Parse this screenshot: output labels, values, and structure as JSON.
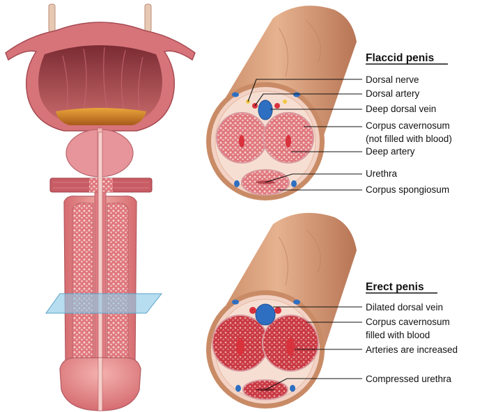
{
  "flaccid": {
    "heading": "Flaccid penis",
    "labels": {
      "dorsal_nerve": "Dorsal nerve",
      "dorsal_artery": "Dorsal artery",
      "deep_dorsal_vein": "Deep dorsal vein",
      "corpus_cavernosum_line1": "Corpus cavernosum",
      "corpus_cavernosum_line2": "(not filled with blood)",
      "deep_artery": "Deep artery",
      "urethra": "Urethra",
      "corpus_spongiosum": "Corpus spongiosum"
    }
  },
  "erect": {
    "heading": "Erect penis",
    "labels": {
      "dilated_dorsal_vein": "Dilated dorsal vein",
      "corpus_cavernosum_line1": "Corpus cavernosum",
      "corpus_cavernosum_line2": "filled with blood",
      "arteries_increased": "Arteries are increased",
      "compressed_urethra": "Compressed urethra"
    }
  },
  "colors": {
    "skin": "#dba27f",
    "skin_dark": "#b7795a",
    "tissue_pink": "#e8858a",
    "tissue_light": "#f3b9b2",
    "tunica": "#f2d2c4",
    "bladder_dark": "#a94a4f",
    "urine": "#d38a1e",
    "vein_blue": "#2e6fc2",
    "artery_red": "#d8323c",
    "plane_blue": "#8fcbe8"
  }
}
